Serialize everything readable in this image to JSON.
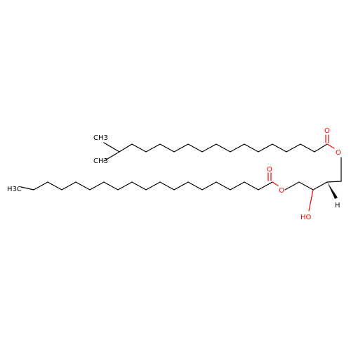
{
  "structure": {
    "colors": {
      "bond": "#000000",
      "oxygen": "#ff0000",
      "background": "#ffffff"
    },
    "labels": {
      "ch3_branch_a": "CH3",
      "ch3_branch_b": "CH3",
      "ch3_terminal": "H3C",
      "ester_o_upper_carbonyl": "O",
      "ester_o_upper_link": "O",
      "ester_o_lower_carbonyl": "O",
      "ester_o_lower_link": "O",
      "hydroxyl": "HO",
      "stereo_h": "H"
    }
  }
}
